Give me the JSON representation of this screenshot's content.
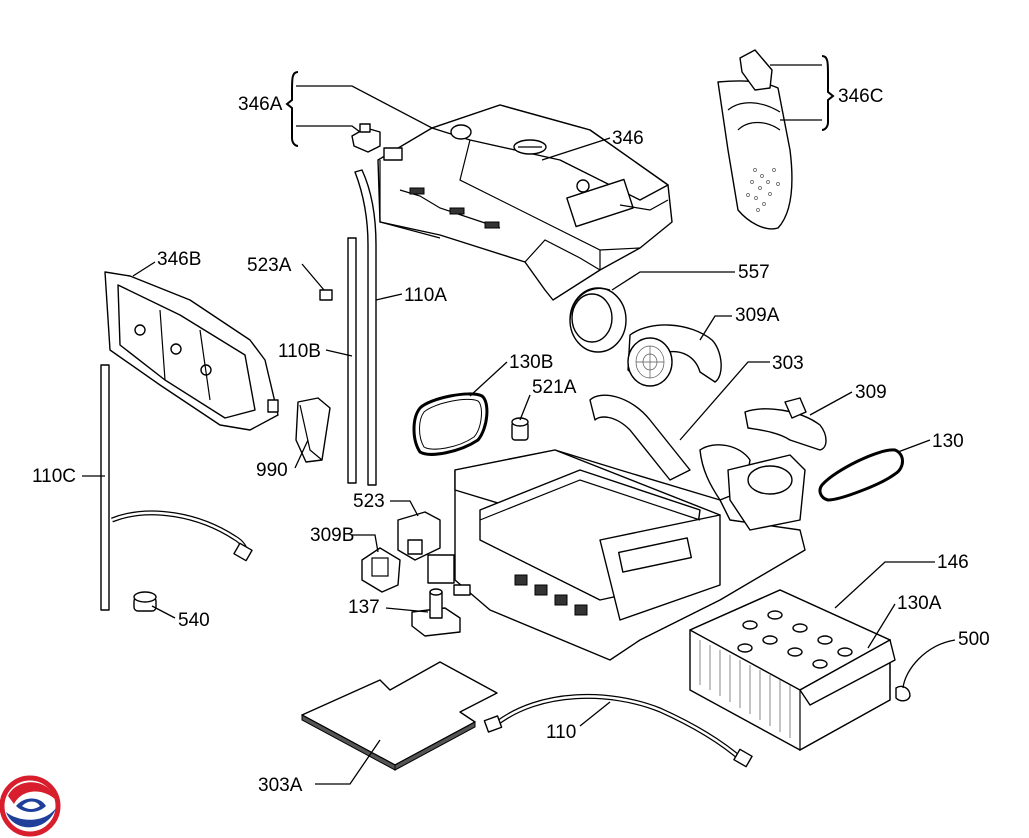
{
  "labels": [
    {
      "id": "346A",
      "text": "346A"
    },
    {
      "id": "346",
      "text": "346"
    },
    {
      "id": "346C",
      "text": "346C"
    },
    {
      "id": "346B",
      "text": "346B"
    },
    {
      "id": "523A",
      "text": "523A"
    },
    {
      "id": "110A",
      "text": "110A"
    },
    {
      "id": "110B",
      "text": "110B"
    },
    {
      "id": "557",
      "text": "557"
    },
    {
      "id": "309A",
      "text": "309A"
    },
    {
      "id": "130B",
      "text": "130B"
    },
    {
      "id": "521A",
      "text": "521A"
    },
    {
      "id": "303",
      "text": "303"
    },
    {
      "id": "309",
      "text": "309"
    },
    {
      "id": "130",
      "text": "130"
    },
    {
      "id": "990",
      "text": "990"
    },
    {
      "id": "110C",
      "text": "110C"
    },
    {
      "id": "523",
      "text": "523"
    },
    {
      "id": "309B",
      "text": "309B"
    },
    {
      "id": "146",
      "text": "146"
    },
    {
      "id": "130A",
      "text": "130A"
    },
    {
      "id": "500",
      "text": "500"
    },
    {
      "id": "137",
      "text": "137"
    },
    {
      "id": "540",
      "text": "540"
    },
    {
      "id": "110",
      "text": "110"
    },
    {
      "id": "303A",
      "text": "303A"
    }
  ],
  "logo": {
    "name": "brand-logo-icon",
    "colors": [
      "#d81e2c",
      "#1f3f9a"
    ]
  }
}
